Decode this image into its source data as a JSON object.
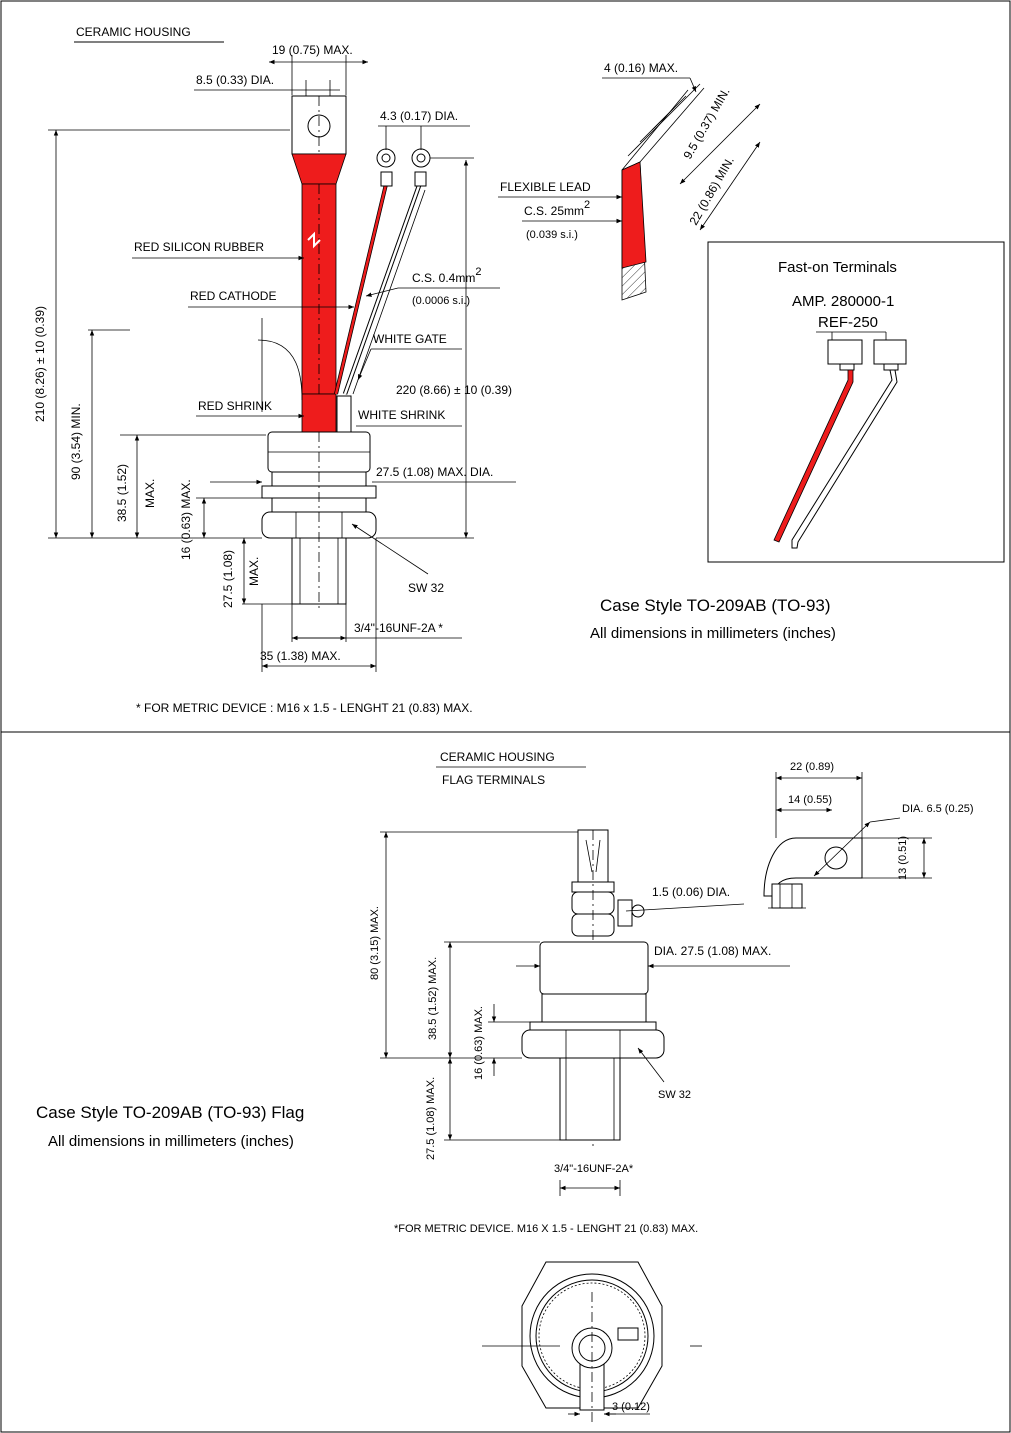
{
  "top": {
    "header": "CERAMIC HOUSING",
    "d_19": "19 (0.75) MAX.",
    "d_85": "8.5 (0.33) DIA.",
    "d_43": "4.3 (0.17) DIA.",
    "red_silicon": "RED SILICON RUBBER",
    "red_cathode": "RED CATHODE",
    "cs04": "C.S. 0.4mm",
    "cs04_sup": "2",
    "cs04_in": "(0.0006 s.i.)",
    "white_gate": "WHITE GATE",
    "red_shrink": "RED SHRINK",
    "white_shrink": "WHITE SHRINK",
    "d_210": "210 (8.26) ± 10 (0.39)",
    "d_90": "90 (3.54) MIN.",
    "d_385": "38.5 (1.52)",
    "d_385_max": "MAX.",
    "d_16": "16 (0.63) MAX.",
    "d_275v": "27.5 (1.08)",
    "d_275v_max": "MAX.",
    "d_220": "220 (8.66) ± 10 (0.39)",
    "d_275dia": "27.5 (1.08) MAX. DIA.",
    "sw32": "SW 32",
    "thread": "3/4\"-16UNF-2A *",
    "d_35": "35 (1.38) MAX.",
    "footnote": "* FOR METRIC DEVICE : M16 x 1.5 - LENGHT 21 (0.83) MAX.",
    "lead_4": "4 (0.16) MAX.",
    "lead_95": "9.5 (0.37) MIN.",
    "lead_22": "22 (0.86) MIN.",
    "flexible": "FLEXIBLE LEAD",
    "cs25": "C.S. 25mm",
    "cs25_sup": "2",
    "cs25_in": "(0.039 s.i.)",
    "faston_title": "Fast-on Terminals",
    "faston_amp": "AMP. 280000-1",
    "faston_ref": "REF-250",
    "case_title": "Case Style TO-209AB (TO-93)",
    "case_sub": "All dimensions in millimeters (inches)"
  },
  "bottom": {
    "header1": "CERAMIC HOUSING",
    "header2": "FLAG TERMINALS",
    "d_22": "22 (0.89)",
    "d_14": "14 (0.55)",
    "dia65": "DIA. 6.5 (0.25)",
    "d_13": "13 (0.51)",
    "d_15dia": "1.5 (0.06) DIA.",
    "dia275": "DIA. 27.5 (1.08) MAX.",
    "d_80": "80 (3.15) MAX.",
    "d_385": "38.5 (1.52) MAX.",
    "d_16": "16 (0.63) MAX.",
    "d_275": "27.5 (1.08) MAX.",
    "sw32": "SW 32",
    "thread": "3/4\"-16UNF-2A*",
    "footnote": "*FOR METRIC DEVICE. M16 X 1.5 - LENGHT 21 (0.83) MAX.",
    "d_3": "3 (0.12)",
    "case_title": "Case Style TO-209AB (TO-93) Flag",
    "case_sub": "All dimensions in millimeters (inches)"
  }
}
